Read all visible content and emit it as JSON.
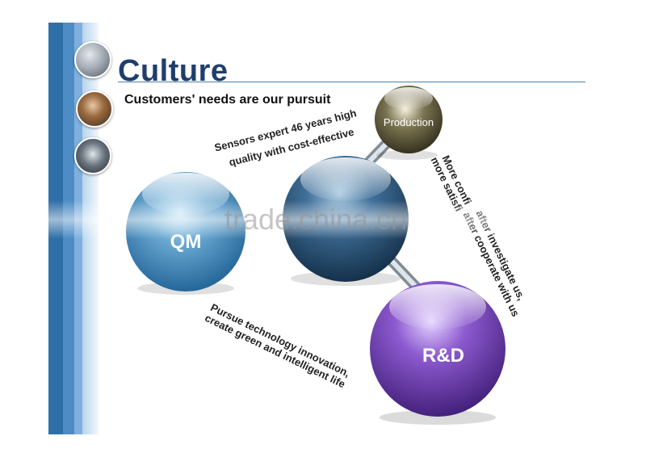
{
  "slide": {
    "title": "Culture",
    "subtitle": "Customers' needs are our pursuit",
    "watermark": "trade.china.cn"
  },
  "nodes": [
    {
      "label": "QM",
      "color": "#2d78ad"
    },
    {
      "label": "",
      "color": "#1e4a6e"
    },
    {
      "label": "Production",
      "color": "#3a3524"
    },
    {
      "label": "R&D",
      "color": "#5a2b95"
    }
  ],
  "captions": {
    "top_left_1": "Sensors expert 46 years high",
    "top_left_2": "quality with cost-effective",
    "bottom_left_1": "Pursue technology innovation,",
    "bottom_left_2": "create green and intelligent life",
    "right_1a": "More confi",
    "right_1b": "more satisfi",
    "right_2a": "after investigate us,",
    "right_2b": "after cooperate with us"
  },
  "colors": {
    "title": "#1f3e6e",
    "accent_blue": "#2f6fa8",
    "connector": "#b3bfc8"
  },
  "images": {
    "thumb_1": "automotive-parts-photo",
    "thumb_2": "business-person-photo",
    "thumb_3": "business-team-photo"
  }
}
